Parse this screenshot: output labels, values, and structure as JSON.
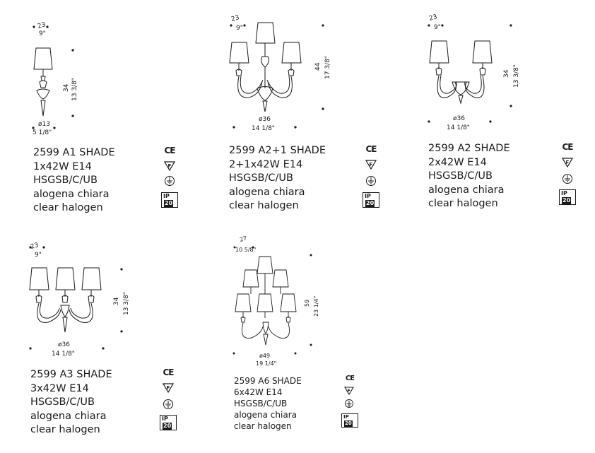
{
  "products": [
    {
      "id": "a1",
      "code": "2599 A1 SHADE",
      "power": "1x42W E14",
      "finish": "HSGSB/C/UB",
      "lamp_it": "alogena chiara",
      "lamp_en": "clear halogen",
      "depth_cm": "23",
      "depth_in": "9\"",
      "height_cm": "34",
      "height_in": "13 3/8\"",
      "width_cm": "ø13",
      "width_in": "5 1/8\""
    },
    {
      "id": "a2p1",
      "code": "2599 A2+1 SHADE",
      "power": "2+1x42W E14",
      "finish": "HSGSB/C/UB",
      "lamp_it": "alogena chiara",
      "lamp_en": "clear halogen",
      "depth_cm": "23",
      "depth_in": "9\"",
      "height_cm": "44",
      "height_in": "17 3/8\"",
      "width_cm": "ø36",
      "width_in": "14 1/8\""
    },
    {
      "id": "a2",
      "code": "2599 A2 SHADE",
      "power": "2x42W E14",
      "finish": "HSGSB/C/UB",
      "lamp_it": "alogena chiara",
      "lamp_en": "clear halogen",
      "depth_cm": "23",
      "depth_in": "9\"",
      "height_cm": "34",
      "height_in": "13 3/8\"",
      "width_cm": "ø36",
      "width_in": "14 1/8\""
    },
    {
      "id": "a3",
      "code": "2599 A3 SHADE",
      "power": "3x42W E14",
      "finish": "HSGSB/C/UB",
      "lamp_it": "alogena chiara",
      "lamp_en": "clear halogen",
      "depth_cm": "23",
      "depth_in": "9\"",
      "height_cm": "34",
      "height_in": "13 3/8\"",
      "width_cm": "ø36",
      "width_in": "14 1/8\""
    },
    {
      "id": "a6",
      "code": "2599 A6 SHADE",
      "power": "6x42W E14",
      "finish": "HSGSB/C/UB",
      "lamp_it": "alogena chiara",
      "lamp_en": "clear halogen",
      "depth_cm": "27",
      "depth_in": "10 5/8\"",
      "height_cm": "59",
      "height_in": "23 1/4\"",
      "width_cm": "ø49",
      "width_in": "19 1/4\""
    }
  ],
  "certifications": {
    "ce_mark": "CE",
    "ip_prefix": "IP",
    "ip_rating": "20",
    "icons": [
      "ce-mark-icon",
      "f-mark-icon",
      "earth-ground-icon",
      "ip20-badge-icon"
    ]
  },
  "colors": {
    "ink": "#1a1a1a",
    "background": "#ffffff"
  }
}
